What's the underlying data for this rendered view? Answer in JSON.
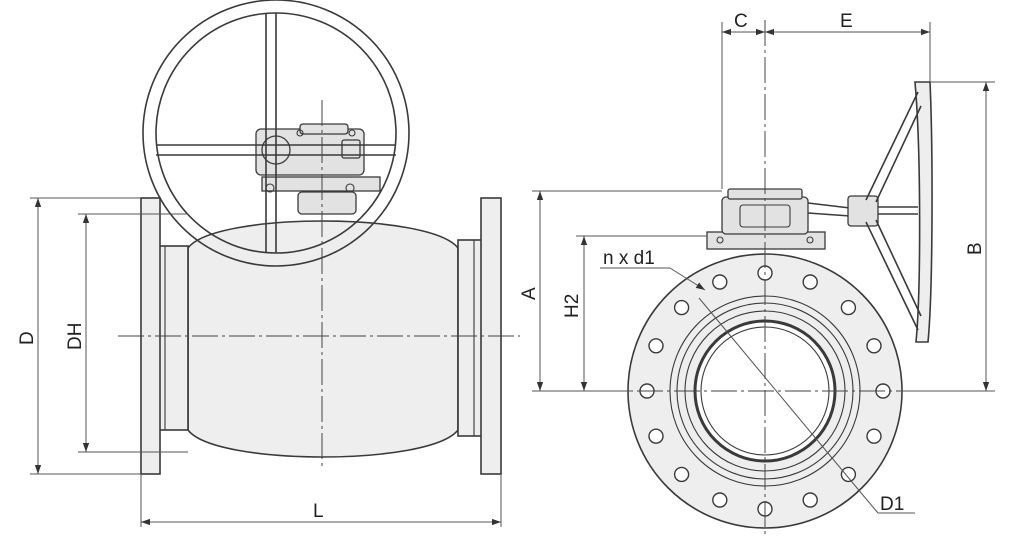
{
  "labels": {
    "L": "L",
    "D": "D",
    "DH": "DH",
    "A": "A",
    "H2": "H2",
    "B": "B",
    "C": "C",
    "E": "E",
    "D1": "D1",
    "nxd1": "n x d1"
  },
  "colors": {
    "stroke": "#3a3a3a",
    "fill": "#eeeeee",
    "background": "#ffffff"
  }
}
